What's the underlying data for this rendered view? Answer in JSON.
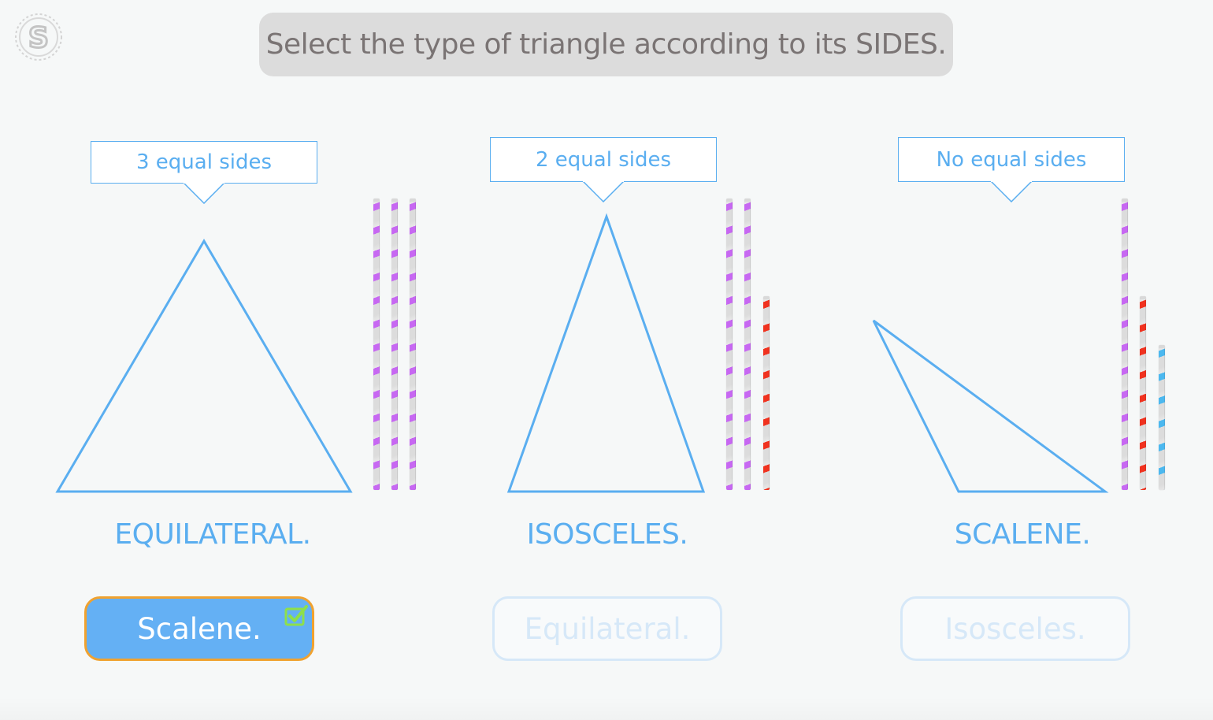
{
  "header": {
    "logo_letter": "S",
    "instruction": "Select the type of triangle according to its SIDES."
  },
  "columns": [
    {
      "tooltip": "3 equal sides",
      "type_label": "EQUILATERAL.",
      "straws": [
        "purple",
        "purple",
        "purple"
      ]
    },
    {
      "tooltip": "2 equal sides",
      "type_label": "ISOSCELES.",
      "straws": [
        "purple",
        "purple",
        "red"
      ]
    },
    {
      "tooltip": "No equal sides",
      "type_label": "SCALENE.",
      "straws": [
        "purple",
        "red",
        "blue"
      ]
    }
  ],
  "answers": [
    {
      "label": "Scalene.",
      "state": "selected",
      "checked": true
    },
    {
      "label": "Equilateral.",
      "state": "idle",
      "checked": false
    },
    {
      "label": "Isosceles.",
      "state": "idle",
      "checked": false
    }
  ],
  "colors": {
    "accent_blue": "#5aaef0",
    "button_selected_fill": "#64b0f4",
    "button_selected_border": "#f0a230",
    "button_idle_border": "#d6e8f8",
    "check_green": "#8ee04a",
    "straw_purple": "#c768f2",
    "straw_red": "#f0321f",
    "straw_blue": "#4cb8ef",
    "instruction_bg": "#dcdcdc",
    "instruction_text": "#7a7474",
    "page_bg": "#f6f8f8"
  }
}
